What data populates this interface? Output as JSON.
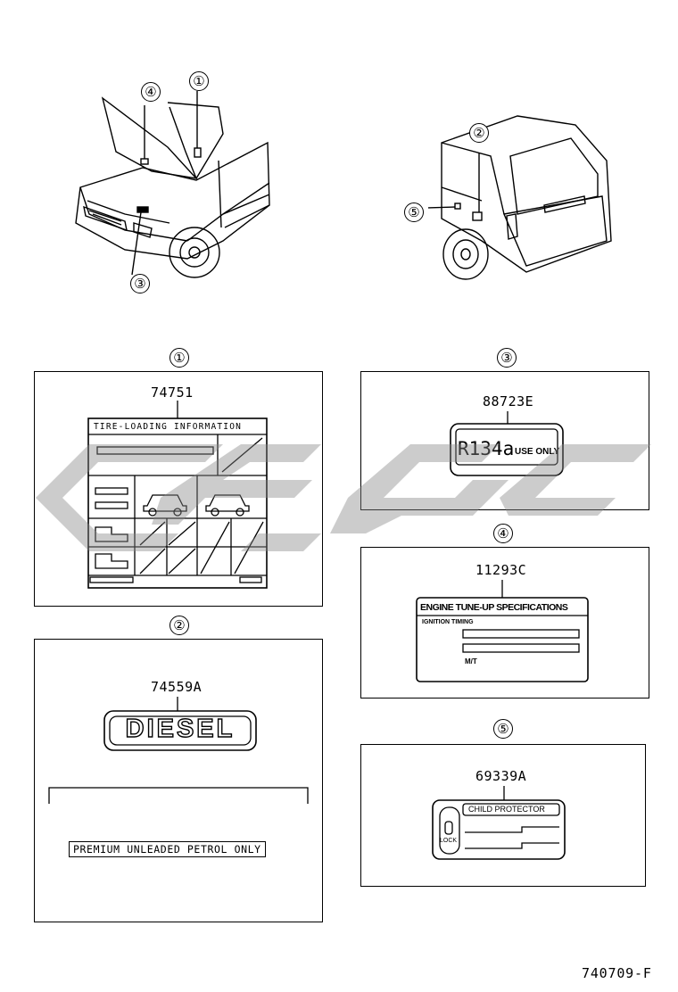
{
  "callouts": {
    "c1": "①",
    "c2": "②",
    "c3": "③",
    "c4": "④",
    "c5": "⑤"
  },
  "overview": {
    "front_markers": [
      "④",
      "①",
      "③"
    ],
    "rear_markers": [
      "②",
      "⑤"
    ]
  },
  "panels": {
    "p1": {
      "callout": "①",
      "part_no": "74751",
      "label_title": "TIRE-LOADING INFORMATION"
    },
    "p2": {
      "callout": "②",
      "part_no": "74559A",
      "badge_text": "DIESEL",
      "sticker_text": "PREMIUM UNLEADED PETROL ONLY"
    },
    "p3": {
      "callout": "③",
      "part_no": "88723E",
      "refrigerant": "R134a",
      "use_only": "USE ONLY"
    },
    "p4": {
      "callout": "④",
      "part_no": "11293C",
      "title": "ENGINE TUNE-UP SPECIFICATIONS",
      "subtitle": "IGNITION TIMING",
      "mt": "M/T"
    },
    "p5": {
      "callout": "⑤",
      "part_no": "69339A",
      "title": "CHILD PROTECTOR",
      "lock": "LOCK"
    }
  },
  "diagram_code": "740709-F"
}
